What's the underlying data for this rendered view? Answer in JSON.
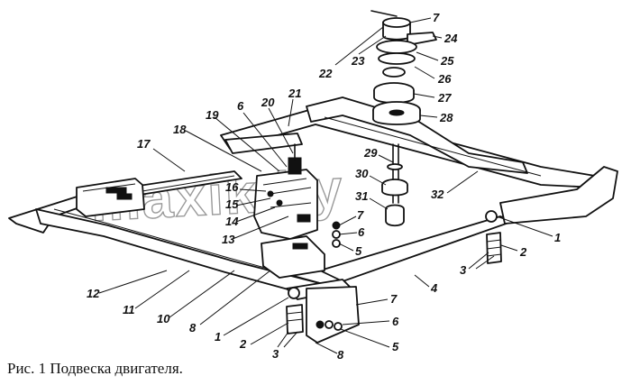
{
  "caption": "Рис. 1 Подвеска двигателя.",
  "watermark": "maxik.by",
  "callouts": [
    {
      "id": "c7a",
      "text": "7"
    },
    {
      "id": "c24",
      "text": "24"
    },
    {
      "id": "c22",
      "text": "22"
    },
    {
      "id": "c23",
      "text": "23"
    },
    {
      "id": "c25",
      "text": "25"
    },
    {
      "id": "c26",
      "text": "26"
    },
    {
      "id": "c27",
      "text": "27"
    },
    {
      "id": "c28",
      "text": "28"
    },
    {
      "id": "c21",
      "text": "21"
    },
    {
      "id": "c19",
      "text": "19"
    },
    {
      "id": "c6a",
      "text": "6"
    },
    {
      "id": "c20",
      "text": "20"
    },
    {
      "id": "c18",
      "text": "18"
    },
    {
      "id": "c17",
      "text": "17"
    },
    {
      "id": "c29",
      "text": "29"
    },
    {
      "id": "c30",
      "text": "30"
    },
    {
      "id": "c31",
      "text": "31"
    },
    {
      "id": "c32",
      "text": "32"
    },
    {
      "id": "c16",
      "text": "16"
    },
    {
      "id": "c15",
      "text": "15"
    },
    {
      "id": "c14",
      "text": "14"
    },
    {
      "id": "c13",
      "text": "13"
    },
    {
      "id": "c7b",
      "text": "7"
    },
    {
      "id": "c6b",
      "text": "6"
    },
    {
      "id": "c5a",
      "text": "5"
    },
    {
      "id": "c1a",
      "text": "1"
    },
    {
      "id": "c2a",
      "text": "2"
    },
    {
      "id": "c3a",
      "text": "3"
    },
    {
      "id": "c4",
      "text": "4"
    },
    {
      "id": "c12",
      "text": "12"
    },
    {
      "id": "c11",
      "text": "11"
    },
    {
      "id": "c10",
      "text": "10"
    },
    {
      "id": "c8a",
      "text": "8"
    },
    {
      "id": "c1b",
      "text": "1"
    },
    {
      "id": "c2b",
      "text": "2"
    },
    {
      "id": "c3b",
      "text": "3"
    },
    {
      "id": "c7c",
      "text": "7"
    },
    {
      "id": "c6c",
      "text": "6"
    },
    {
      "id": "c5b",
      "text": "5"
    },
    {
      "id": "c8b",
      "text": "8"
    }
  ]
}
